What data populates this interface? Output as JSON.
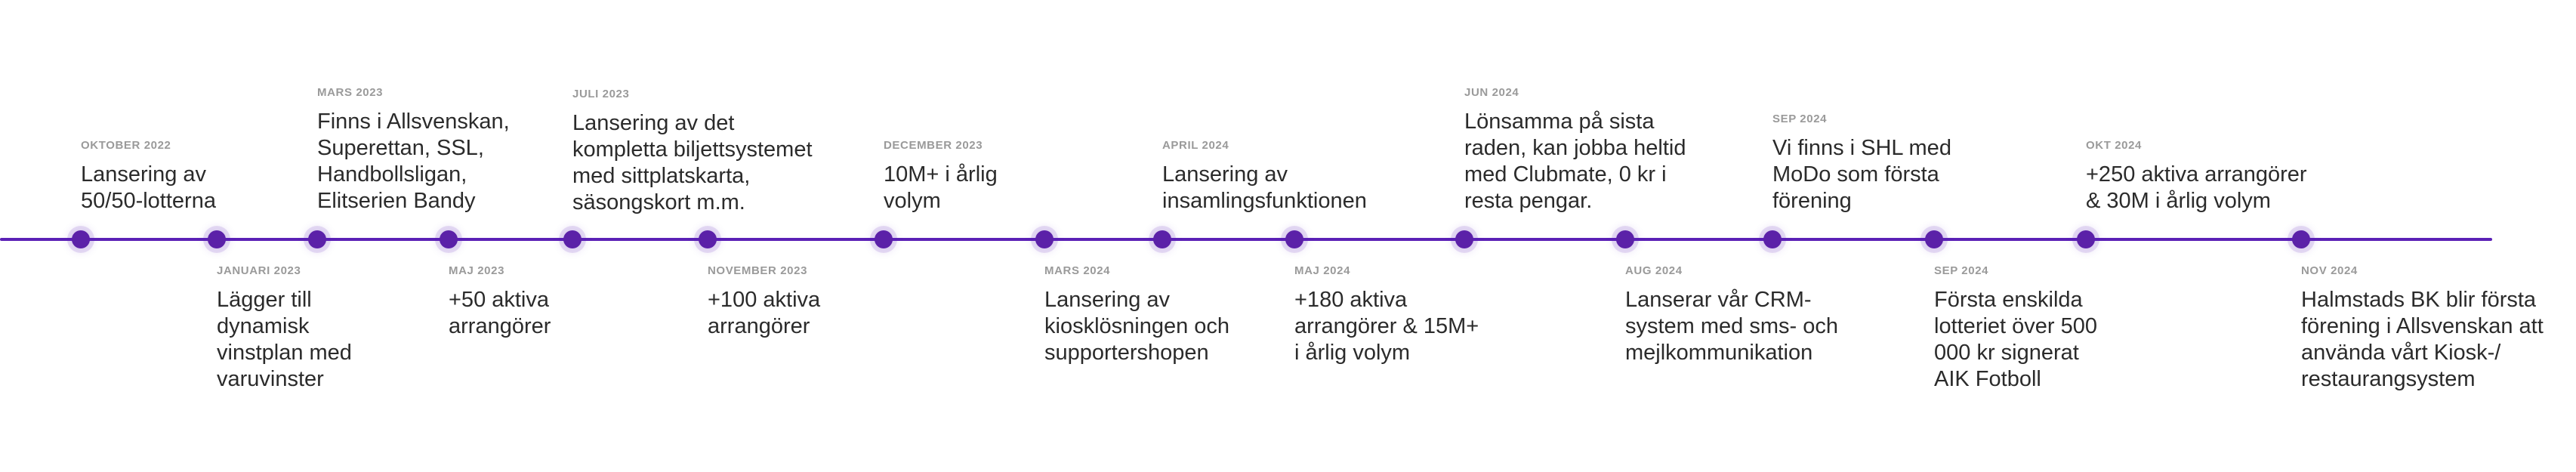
{
  "timeline": {
    "line_color": "#5b21b6",
    "dot_color": "#5b21a8",
    "events": [
      {
        "date": "OKTOBER 2022",
        "lines": [
          "Lansering av",
          "50/50-lotterna"
        ],
        "position": "above"
      },
      {
        "date": "JANUARI 2023",
        "lines": [
          "Lägger till",
          "dynamisk",
          "vinstplan med",
          "varuvinster"
        ],
        "position": "below"
      },
      {
        "date": "MARS 2023",
        "lines": [
          "Finns i Allsvenskan,",
          "Superettan, SSL,",
          "Handbollsligan,",
          "Elitserien Bandy"
        ],
        "position": "above"
      },
      {
        "date": "MAJ 2023",
        "lines": [
          "+50 aktiva",
          "arrangörer"
        ],
        "position": "below"
      },
      {
        "date": "JULI 2023",
        "lines": [
          "Lansering av det",
          "kompletta biljettsystemet",
          "med sittplatskarta,",
          "säsongskort m.m."
        ],
        "position": "above"
      },
      {
        "date": "NOVEMBER 2023",
        "lines": [
          "+100 aktiva",
          "arrangörer"
        ],
        "position": "below"
      },
      {
        "date": "DECEMBER 2023",
        "lines": [
          "10M+ i årlig",
          "volym"
        ],
        "position": "above"
      },
      {
        "date": "MARS 2024",
        "lines": [
          "Lansering av",
          "kiosklösningen och",
          "supportershopen"
        ],
        "position": "below"
      },
      {
        "date": "APRIL 2024",
        "lines": [
          "Lansering av",
          "insamlingsfunktionen"
        ],
        "position": "above"
      },
      {
        "date": "MAJ 2024",
        "lines": [
          "+180 aktiva",
          "arrangörer & 15M+",
          "i årlig volym"
        ],
        "position": "below"
      },
      {
        "date": "JUN 2024",
        "lines": [
          "Lönsamma på sista",
          "raden, kan jobba heltid",
          "med Clubmate, 0 kr i",
          "resta pengar."
        ],
        "position": "above"
      },
      {
        "date": "AUG 2024",
        "lines": [
          "Lanserar vår CRM-",
          "system med sms- och",
          "mejlkommunikation"
        ],
        "position": "below"
      },
      {
        "date": "SEP 2024",
        "lines": [
          "Vi finns i SHL med",
          "MoDo som första",
          "förening"
        ],
        "position": "above"
      },
      {
        "date": "SEP 2024",
        "lines": [
          "Första enskilda",
          "lotteriet över 500",
          "000 kr signerat",
          "AIK Fotboll"
        ],
        "position": "below"
      },
      {
        "date": "OKT 2024",
        "lines": [
          "+250 aktiva arrangörer",
          "& 30M i årlig volym"
        ],
        "position": "above"
      },
      {
        "date": "NOV 2024",
        "lines": [
          "Halmstads BK blir första",
          "förening i Allsvenskan att",
          "använda vårt Kiosk-/",
          "restaurangsystem"
        ],
        "position": "below"
      }
    ]
  }
}
